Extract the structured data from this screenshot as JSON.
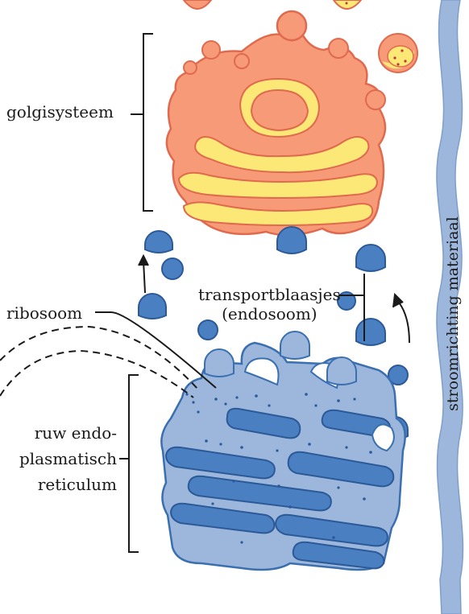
{
  "labels": {
    "golgi": "golgisysteem",
    "ribosome": "ribosoom",
    "transport_line1": "transportblaasjes",
    "transport_line2": "(endosoom)",
    "er_line1": "ruw endo-",
    "er_line2": "plasmatisch",
    "er_line3": "reticulum",
    "flow": "stroomrichting materiaal"
  },
  "colors": {
    "golgi_fill": "#f79a78",
    "golgi_outline": "#e06a4e",
    "golgi_lumen": "#fce876",
    "er_fill": "#9db7dc",
    "er_outline": "#3a6fb0",
    "er_lumen": "#4a7fc1",
    "vesicle": "#4a7fc1",
    "flow_bar": "#9db7dc"
  }
}
